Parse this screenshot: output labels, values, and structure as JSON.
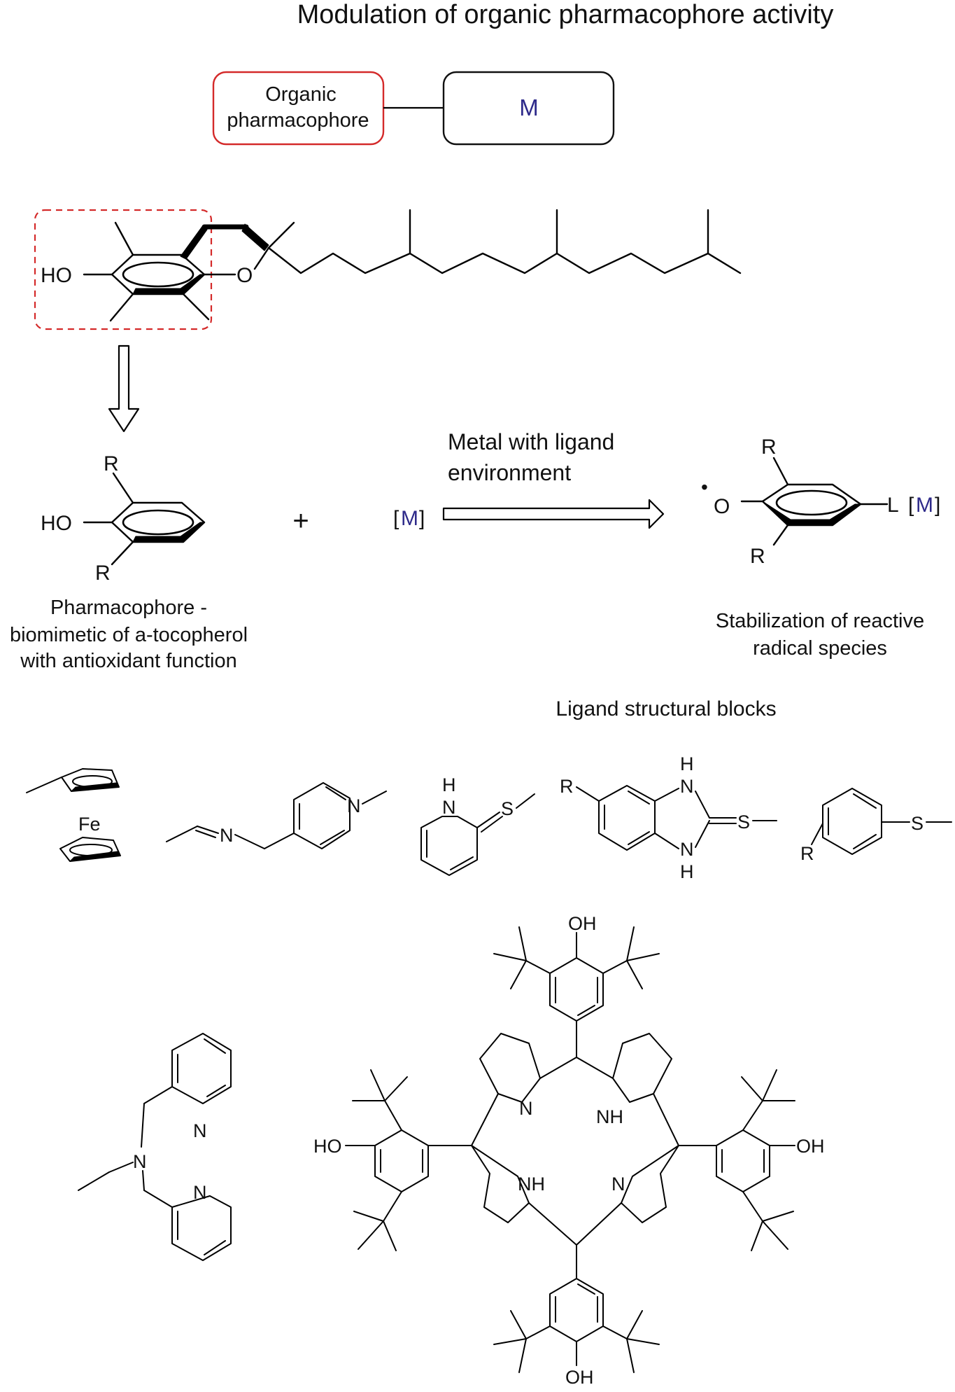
{
  "title": "Modulation of organic pharmacophore activity",
  "scheme_top": {
    "pharmacophore_box": [
      "Organic",
      "pharmacophore"
    ],
    "metal_box": "M"
  },
  "tocopherol": {
    "ho_label": "HO",
    "o_label": "O"
  },
  "reaction": {
    "reactant_labels": {
      "r_top": "R",
      "r_bottom": "R",
      "ho": "HO"
    },
    "plus": "+",
    "metal": {
      "open": "[",
      "m": "M",
      "close": "]"
    },
    "arrow_label": [
      "Metal with ligand",
      "environment"
    ],
    "product_labels": {
      "radical_dot": "•",
      "o": "O",
      "r_top": "R",
      "r_bottom": "R",
      "l": "L",
      "m_open": "[",
      "m": "M",
      "m_close": "]"
    },
    "reactant_caption": [
      "Pharmacophore -",
      "biomimetic of a-tocopherol",
      "with antioxidant function"
    ],
    "product_caption": [
      "Stabilization of reactive",
      "radical species"
    ]
  },
  "ligands": {
    "heading": "Ligand structural blocks",
    "ferrocene": {
      "fe": "Fe"
    },
    "imine": {
      "n1": "N",
      "n2": "N"
    },
    "thiopyridone": {
      "h": "H",
      "n": "N",
      "s": "S"
    },
    "benzimidazole": {
      "r": "R",
      "h_top": "H",
      "n_top": "N",
      "n_bottom": "N",
      "h_bottom": "H",
      "s": "S"
    },
    "thiophenol": {
      "r": "R",
      "s": "S"
    },
    "dipicolylamine": {
      "n_center": "N",
      "n_py1": "N",
      "n_py2": "N"
    },
    "porphyrin": {
      "oh_top": "OH",
      "oh_bottom": "OH",
      "ho_left": "HO",
      "oh_right": "OH",
      "n_tl": "N",
      "nh_tr": "NH",
      "nh_bl": "NH",
      "n_br": "N"
    }
  },
  "colors": {
    "accent_red": "#d42a2a",
    "metal_blue": "#2e2a8a",
    "ink": "#111111"
  }
}
